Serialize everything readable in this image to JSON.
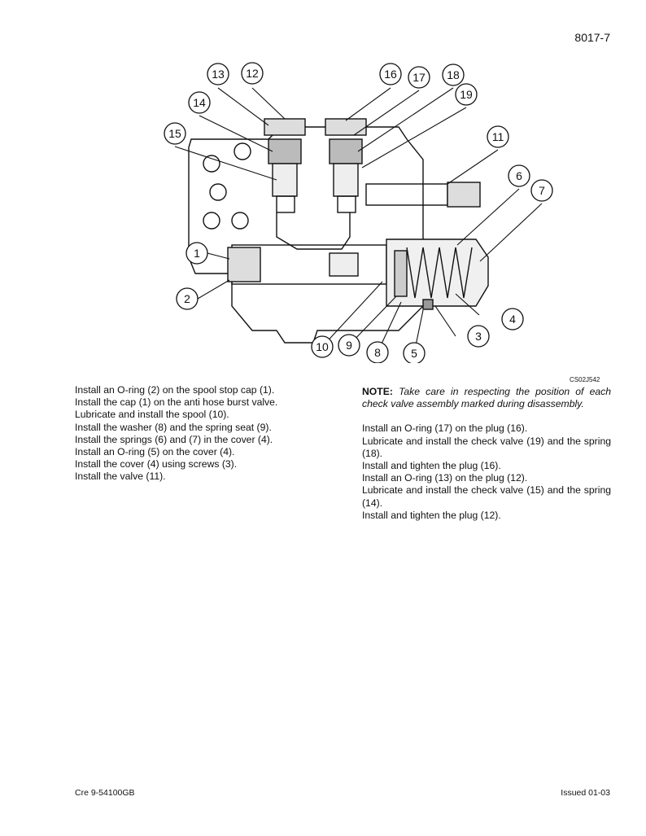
{
  "page_number": "8017-7",
  "figure": {
    "code": "CS02J542",
    "callouts": [
      "1",
      "2",
      "3",
      "4",
      "5",
      "6",
      "7",
      "8",
      "9",
      "10",
      "11",
      "12",
      "13",
      "14",
      "15",
      "16",
      "17",
      "18",
      "19"
    ]
  },
  "left_column": [
    "Install an O-ring (2) on the spool stop cap (1).",
    "Install the cap (1) on the anti hose burst valve.",
    "Lubricate and install the spool (10).",
    "Install the washer (8) and the spring seat (9).",
    "Install the springs (6) and (7) in the cover (4).",
    "Install an O-ring (5) on the cover (4).",
    "Install the cover (4) using screws (3).",
    "Install the valve (11)."
  ],
  "note": {
    "label": "NOTE:",
    "text": " Take care in respecting the position of each check valve assembly marked during disassembly."
  },
  "right_column": [
    "Install an O-ring (17) on the plug (16).",
    "Lubricate and install the check valve (19) and the spring (18).",
    "Install and tighten the plug (16).",
    "Install an O-ring (13) on the plug (12).",
    "Lubricate and install the check valve (15) and the spring (14).",
    "Install and tighten the plug (12)."
  ],
  "footer": {
    "left": "Cre 9-54100GB",
    "right": "Issued 01-03"
  }
}
